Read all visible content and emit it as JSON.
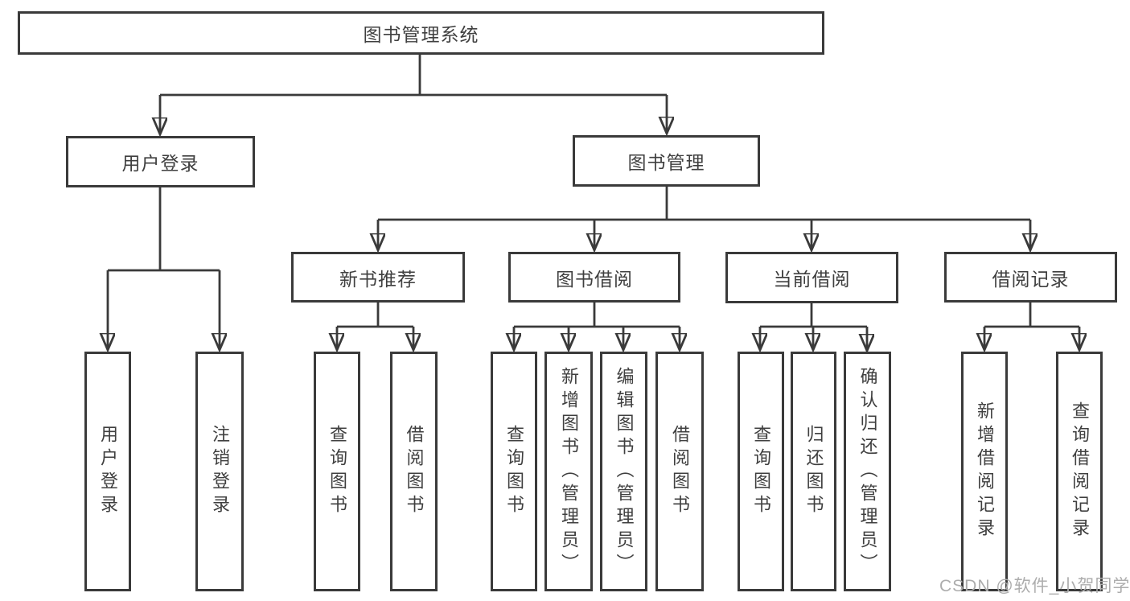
{
  "diagram": {
    "type": "hierarchy-tree",
    "tree": {
      "root": "图书管理系统",
      "children": [
        {
          "label": "用户登录",
          "children": [
            "用户登录",
            "注销登录"
          ]
        },
        {
          "label": "图书管理",
          "children": [
            {
              "label": "新书推荐",
              "children": [
                "查询图书",
                "借阅图书"
              ]
            },
            {
              "label": "图书借阅",
              "children": [
                "查询图书",
                "新增图书（管理员）",
                "编辑图书（管理员）",
                "借阅图书"
              ]
            },
            {
              "label": "当前借阅",
              "children": [
                "查询图书",
                "归还图书",
                "确认归还（管理员）"
              ]
            },
            {
              "label": "借阅记录",
              "children": [
                "新增借阅记录",
                "查询借阅记录"
              ]
            }
          ]
        }
      ]
    },
    "colors": {
      "line": "#3a3a3a",
      "box_border": "#3a3a3a",
      "box_fill": "#ffffff",
      "text": "#3f3f3f",
      "background": "#ffffff",
      "watermark": "#adadad"
    }
  },
  "watermark": {
    "text": "CSDN @软件_小贺同学"
  }
}
